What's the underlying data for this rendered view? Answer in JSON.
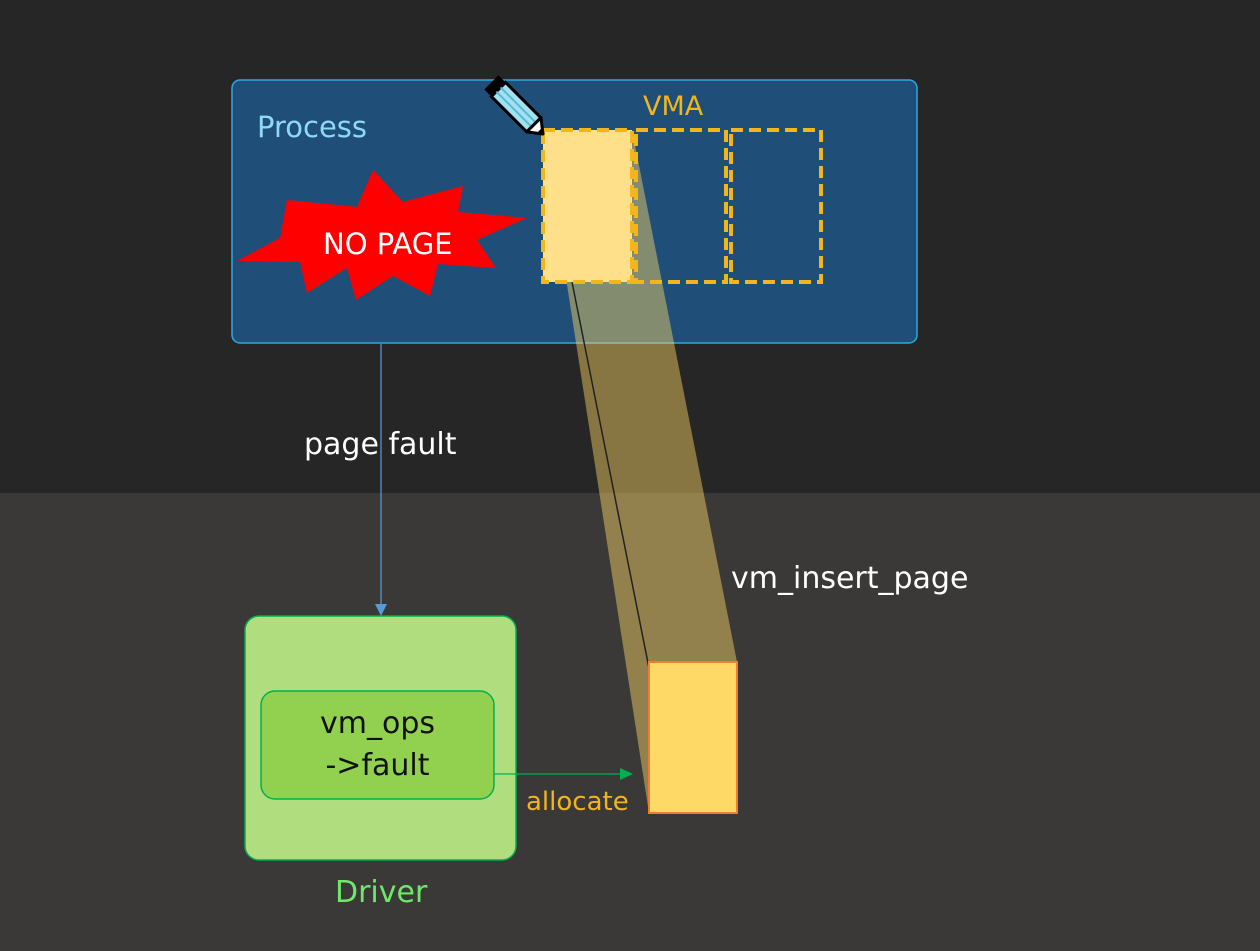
{
  "labels": {
    "process": "Process",
    "vma": "VMA",
    "no_page": "NO PAGE",
    "page_fault": "page fault",
    "vm_insert_page": "vm_insert_page",
    "vm_ops": "vm_ops",
    "fault": "->fault",
    "allocate": "allocate",
    "driver": "Driver"
  },
  "icons": {
    "pencil": "pencil-icon",
    "starburst": "starburst-icon"
  },
  "colors": {
    "background_top": "#262626",
    "background_bottom": "#3a3937",
    "process_box": "#1f4e79",
    "process_border": "#2ea8e0",
    "process_text": "#8fd9f5",
    "vma_dash": "#f2b61c",
    "page_fill": "#ffd966",
    "page_border": "#ed7d31",
    "starburst": "#ff0000",
    "driver_box": "#b0de7f",
    "fault_box": "#92d050",
    "driver_text": "#6fe86a",
    "arrow_blue": "#5b9bd5",
    "arrow_green": "#00b050"
  }
}
